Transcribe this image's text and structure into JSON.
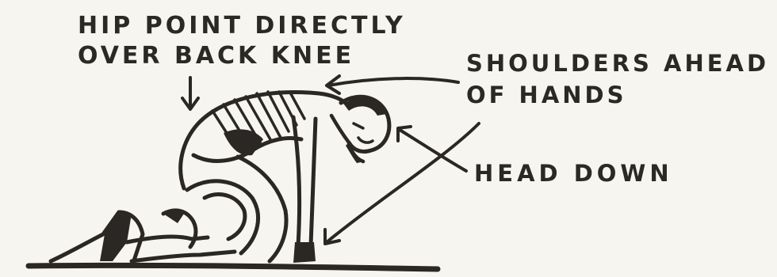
{
  "labels": {
    "hip": [
      "HIP POINT DIRECTLY",
      "OVER BACK KNEE"
    ],
    "shoulders": [
      "SHOULDERS AHEAD",
      "OF HANDS"
    ],
    "head": "HEAD DOWN"
  },
  "colors": {
    "ink": "#2a2724",
    "paper": "#f7f5f0"
  }
}
